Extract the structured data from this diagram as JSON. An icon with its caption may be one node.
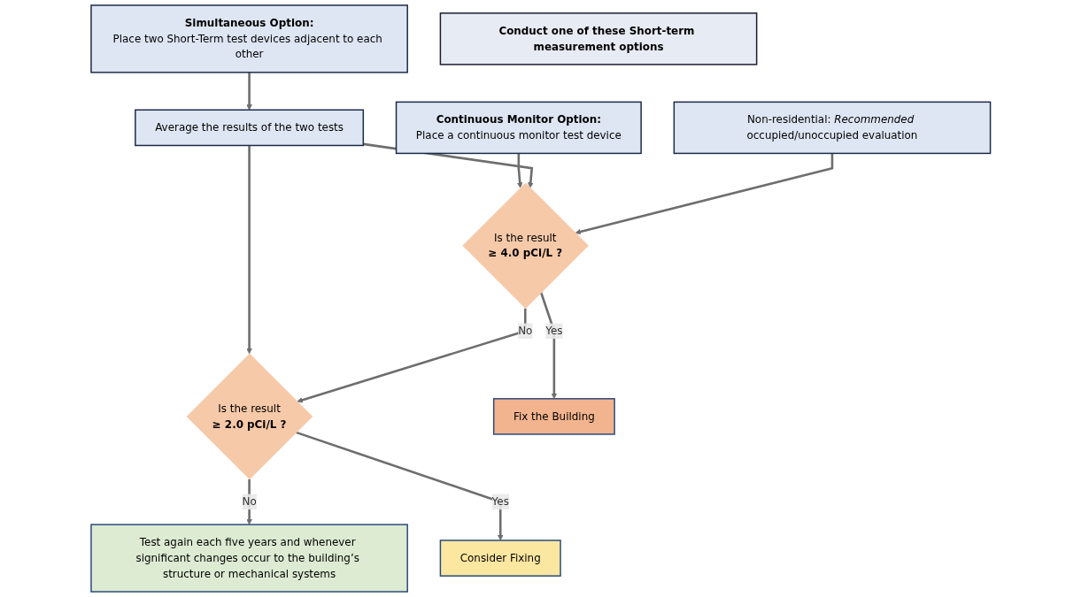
{
  "diagram": {
    "nodes": [
      {
        "text": [
          "Conduct one of these Short-term measurement options"
        ]
      },
      {
        "text": [
          "Simultaneous Option:",
          "Place two Short-Term test devices adjacent to each other"
        ]
      },
      {
        "text": [
          "Continuous Monitor Option:",
          "Place a continuous monitor test device"
        ]
      },
      {
        "text": [
          "Average the results of the two tests"
        ]
      },
      {
        "text": [
          "Non-residential: *Recommended* occupied/unoccupied evaluation"
        ]
      },
      {
        "text": [
          "Is the result",
          "≥ 4.0 pCi/L ?"
        ]
      },
      {
        "text": [
          "Is the result",
          "≥ 2.0 pCi/L ?"
        ]
      },
      {
        "text": [
          "Test again each five years and whenever significant changes occur to the building’s structure or mechanical systems"
        ]
      },
      {
        "text": [
          "Consider Fixing"
        ]
      },
      {
        "text": [
          "Fix the Building"
        ]
      }
    ],
    "edges": [
      {
        "from": 1,
        "to": 3,
        "arrow": "to"
      },
      {
        "from": 2,
        "to": 5,
        "arrow": "to"
      },
      {
        "from": 3,
        "to": 5,
        "arrow": "to"
      },
      {
        "from": 4,
        "to": 5,
        "arrow": "to"
      },
      {
        "from": 3,
        "to": 6,
        "arrow": "to"
      },
      {
        "from": 5,
        "to": 6,
        "label": "No",
        "arrow": "to"
      },
      {
        "from": 6,
        "to": 7,
        "label": "No",
        "arrow": "to"
      },
      {
        "from": 6,
        "to": 8,
        "label": "Yes",
        "arrow": "to"
      },
      {
        "from": 5,
        "to": 9,
        "label": "Yes",
        "arrow": "to"
      }
    ]
  }
}
